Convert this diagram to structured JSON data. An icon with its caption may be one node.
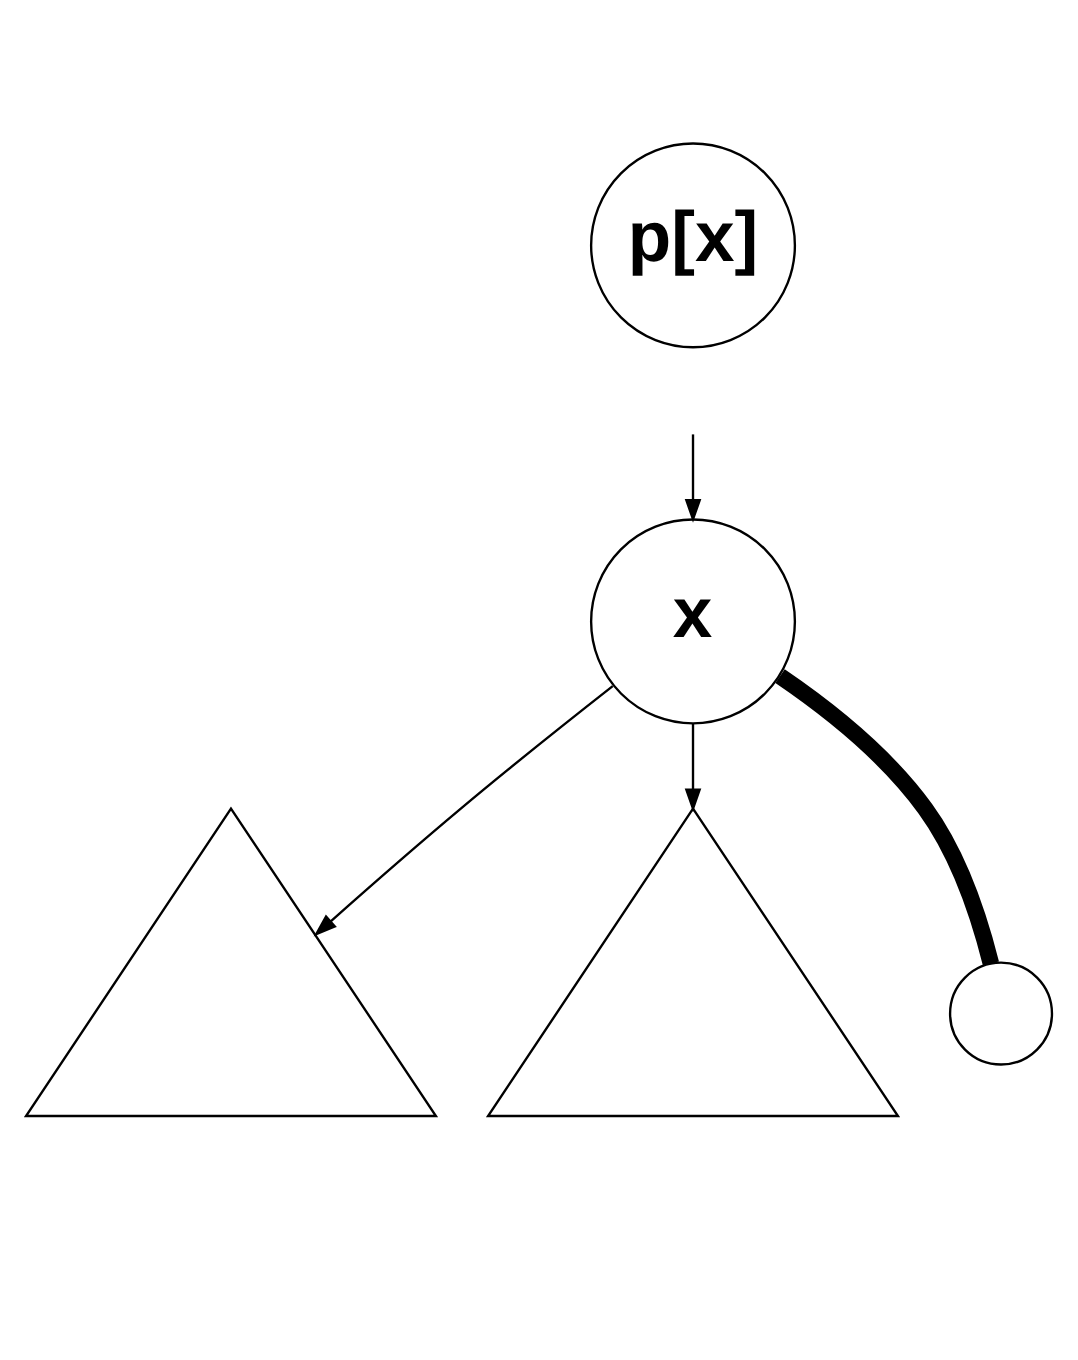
{
  "diagram": {
    "nodes": [
      {
        "text": [
          "p[x]"
        ]
      },
      {
        "text": [
          "x"
        ]
      },
      {
        "text": [],
        "shape": "triangle"
      },
      {
        "text": [],
        "shape": "triangle"
      },
      {
        "text": [],
        "shape": "circle"
      }
    ],
    "edges": [
      {
        "from": null,
        "to": 1,
        "arrow": "to"
      },
      {
        "from": 1,
        "to": 2,
        "arrow": "to"
      },
      {
        "from": 1,
        "to": 3,
        "arrow": "to"
      },
      {
        "from": 1,
        "to": 4,
        "arrow": "none",
        "style": "thick"
      }
    ]
  }
}
